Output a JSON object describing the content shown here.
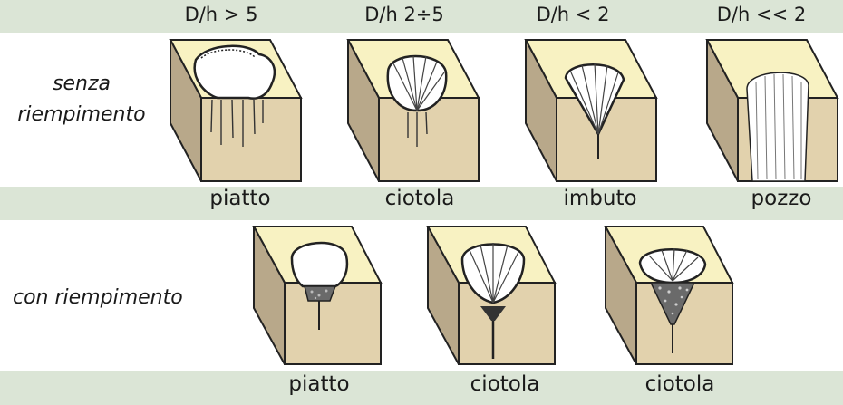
{
  "header": {
    "ratios": [
      "D/h  > 5",
      "D/h  2÷5",
      "D/h  < 2",
      "D/h  << 2"
    ]
  },
  "rows": {
    "top_label_line1": "senza",
    "top_label_line2": "riempimento",
    "bottom_label": "con riempimento"
  },
  "types_top": [
    "piatto",
    "ciotola",
    "imbuto",
    "pozzo"
  ],
  "types_bottom": [
    "piatto",
    "ciotola",
    "ciotola"
  ],
  "colors": {
    "band": "#dbe5d6",
    "block_top": "#f8f2c2",
    "block_front": "#e2d2ad",
    "block_side": "#b8a88a",
    "outline": "#222222",
    "fill_material": "#6a6a6a"
  }
}
